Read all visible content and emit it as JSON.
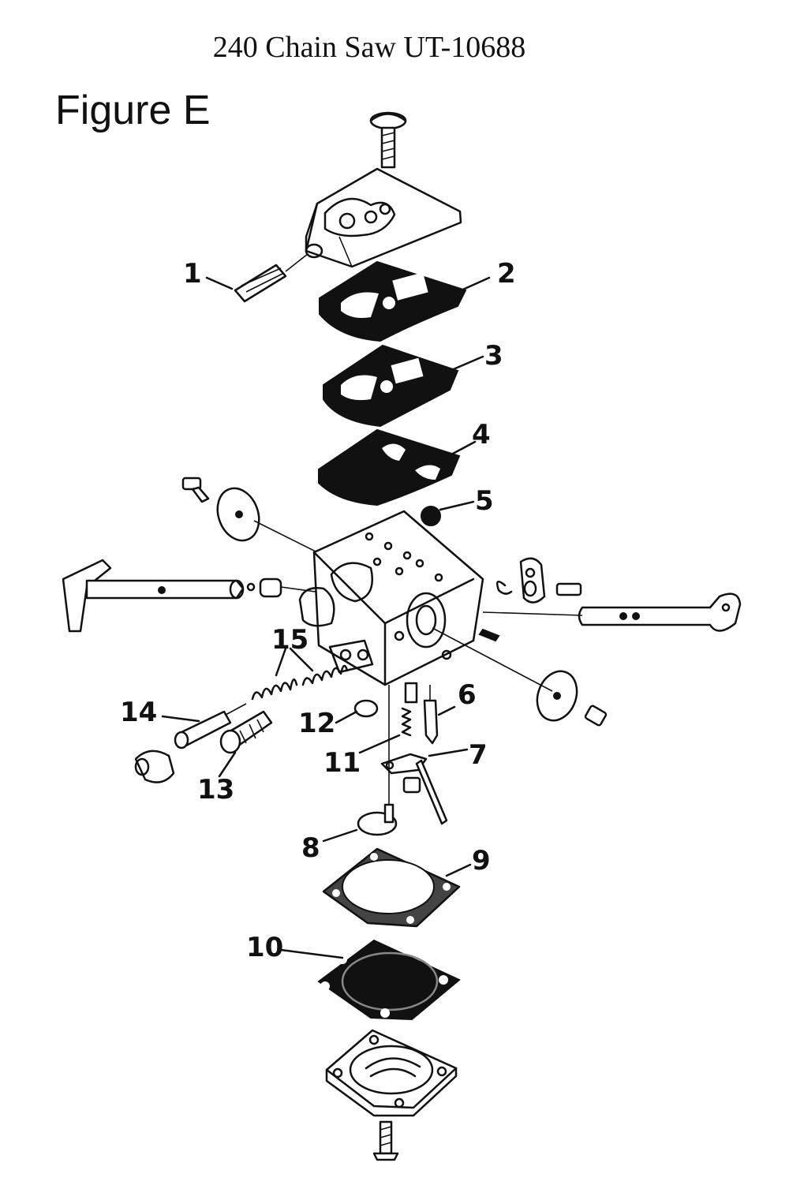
{
  "title": "240 Chain Saw UT-10688",
  "figure_label": "Figure E",
  "callouts": [
    {
      "number": "1"
    },
    {
      "number": "2"
    },
    {
      "number": "3"
    },
    {
      "number": "4"
    },
    {
      "number": "5"
    },
    {
      "number": "6"
    },
    {
      "number": "7"
    },
    {
      "number": "8"
    },
    {
      "number": "9"
    },
    {
      "number": "10"
    },
    {
      "number": "11"
    },
    {
      "number": "12"
    },
    {
      "number": "13"
    },
    {
      "number": "14"
    },
    {
      "number": "15"
    }
  ]
}
